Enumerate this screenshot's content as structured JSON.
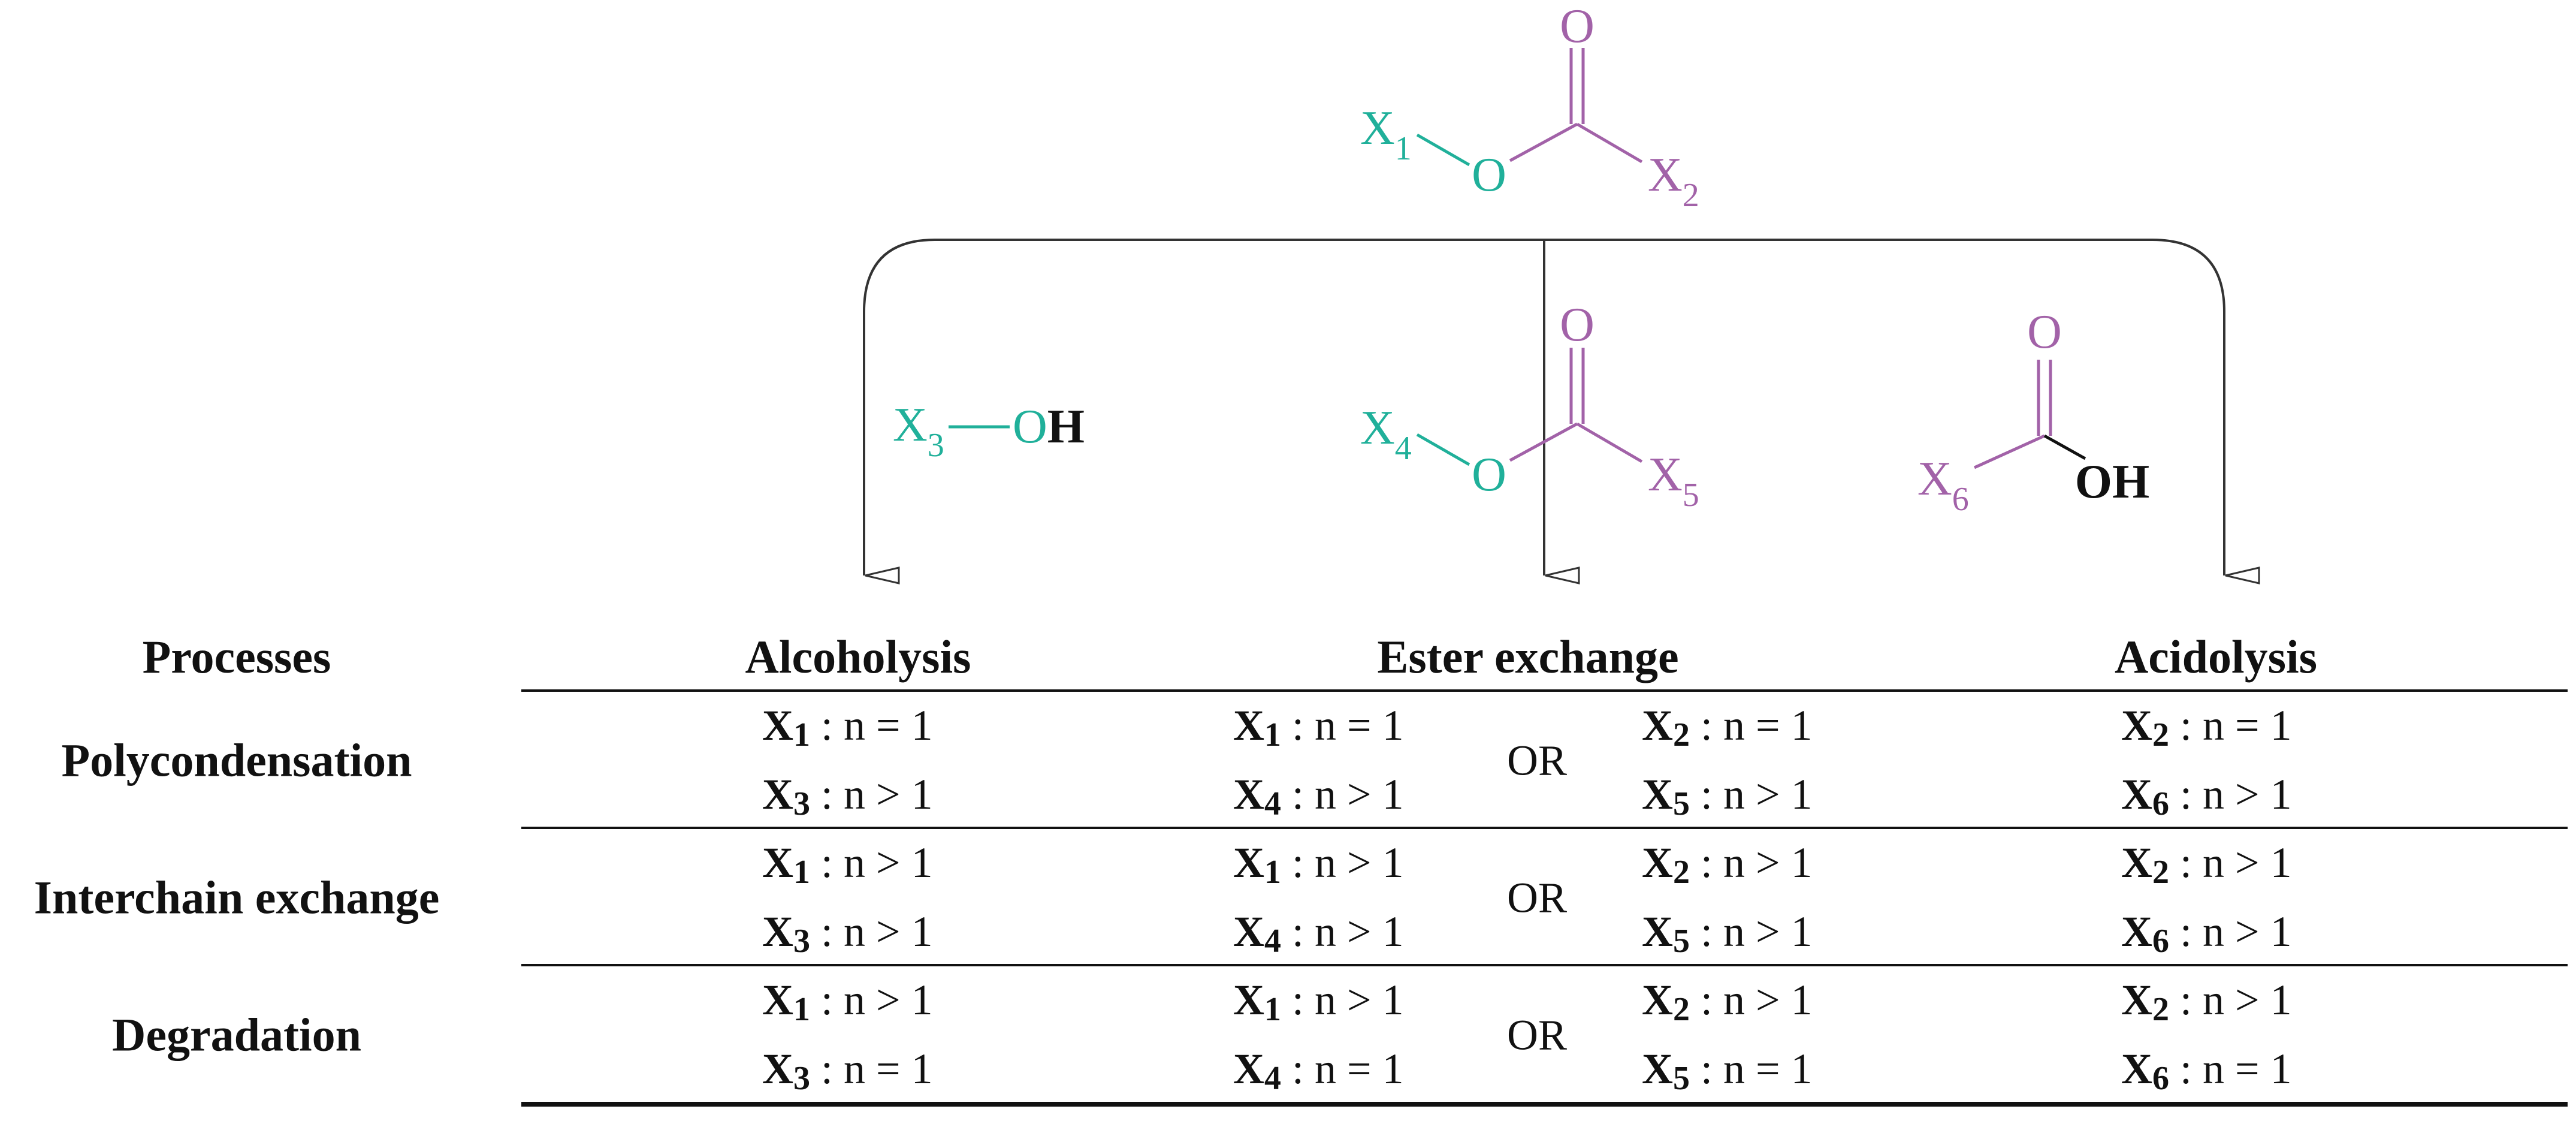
{
  "diagram": {
    "reactant": {
      "x_left": "X",
      "x_left_sub": "1",
      "x_right": "X",
      "x_right_sub": "2",
      "carbonyl_o": "O",
      "ester_o": "O"
    },
    "reagents": {
      "alcohol": {
        "x": "X",
        "x_sub": "3",
        "o": "O",
        "h": "H"
      },
      "ester": {
        "x_left": "X",
        "x_left_sub": "4",
        "x_right": "X",
        "x_right_sub": "5",
        "carbonyl_o": "O",
        "ester_o": "O"
      },
      "acid": {
        "x": "X",
        "x_sub": "6",
        "carbonyl_o": "O",
        "oh": "OH"
      }
    },
    "colors": {
      "alcohol_part": "#20b09a",
      "acyl_part": "#a262a8",
      "lines": "#333333"
    }
  },
  "table": {
    "corner_header": "Processes",
    "columns": [
      "Alcoholysis",
      "Ester exchange",
      "Acidolysis"
    ],
    "or_label": "OR",
    "rows": [
      {
        "name": "Polycondensation",
        "alcoholysis": [
          [
            "X",
            "1",
            ": n = 1"
          ],
          [
            "X",
            "3",
            ": n > 1"
          ]
        ],
        "ester_left": [
          [
            "X",
            "1",
            ": n = 1"
          ],
          [
            "X",
            "4",
            ": n > 1"
          ]
        ],
        "ester_right": [
          [
            "X",
            "2",
            ": n = 1"
          ],
          [
            "X",
            "5",
            ": n > 1"
          ]
        ],
        "acidolysis": [
          [
            "X",
            "2",
            ": n = 1"
          ],
          [
            "X",
            "6",
            ": n > 1"
          ]
        ]
      },
      {
        "name": "Interchain exchange",
        "alcoholysis": [
          [
            "X",
            "1",
            ": n > 1"
          ],
          [
            "X",
            "3",
            ": n > 1"
          ]
        ],
        "ester_left": [
          [
            "X",
            "1",
            ": n > 1"
          ],
          [
            "X",
            "4",
            ": n > 1"
          ]
        ],
        "ester_right": [
          [
            "X",
            "2",
            ": n > 1"
          ],
          [
            "X",
            "5",
            ": n > 1"
          ]
        ],
        "acidolysis": [
          [
            "X",
            "2",
            ": n > 1"
          ],
          [
            "X",
            "6",
            ": n > 1"
          ]
        ]
      },
      {
        "name": "Degradation",
        "alcoholysis": [
          [
            "X",
            "1",
            ": n > 1"
          ],
          [
            "X",
            "3",
            ": n = 1"
          ]
        ],
        "ester_left": [
          [
            "X",
            "1",
            ": n > 1"
          ],
          [
            "X",
            "4",
            ": n = 1"
          ]
        ],
        "ester_right": [
          [
            "X",
            "2",
            ": n > 1"
          ],
          [
            "X",
            "5",
            ": n = 1"
          ]
        ],
        "acidolysis": [
          [
            "X",
            "2",
            ": n > 1"
          ],
          [
            "X",
            "6",
            ": n = 1"
          ]
        ]
      }
    ]
  }
}
